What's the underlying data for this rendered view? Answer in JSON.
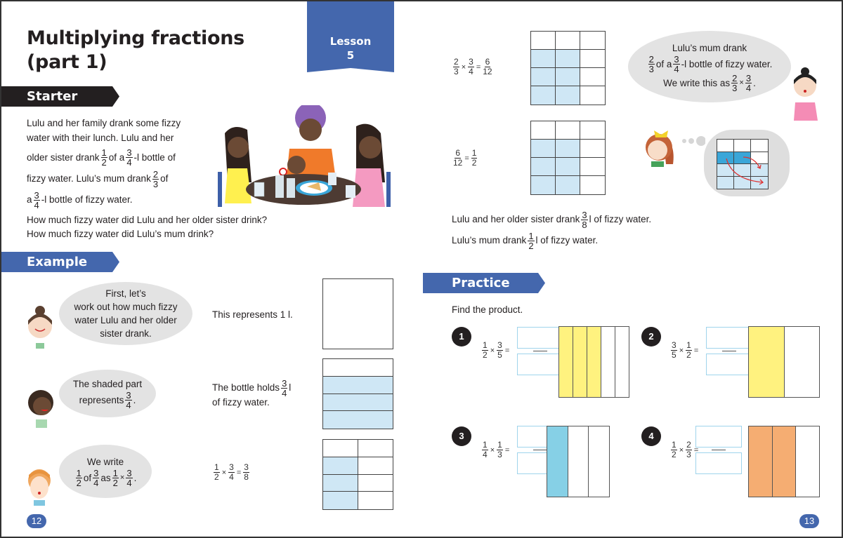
{
  "left_page": {
    "title_line1": "Multiplying fractions",
    "title_line2": "(part 1)",
    "lesson": {
      "label": "Lesson",
      "number": "5"
    },
    "starter": {
      "header": "Starter",
      "para_line1": "Lulu and her family drank some fizzy",
      "para_line2": "water with their lunch. Lulu and her",
      "para_line3a": "older sister drank",
      "frac_a": {
        "n": "1",
        "d": "2"
      },
      "para_line3b": "of a",
      "frac_b": {
        "n": "3",
        "d": "4"
      },
      "para_line3c": "-l bottle of",
      "para_line4a": "fizzy water. Lulu’s mum drank",
      "frac_c": {
        "n": "2",
        "d": "3"
      },
      "para_line4b": "of",
      "para_line5a": "a",
      "frac_d": {
        "n": "3",
        "d": "4"
      },
      "para_line5b": "-l bottle of fizzy water.",
      "question1": "How much fizzy water did Lulu and her older sister drink?",
      "question2": "How much fizzy water did Lulu’s mum drink?",
      "illustration": "family-at-table-illustration"
    },
    "example": {
      "header": "Example",
      "bubble1": [
        "First, let’s",
        "work out how much fizzy",
        "water Lulu and her older",
        "sister drank."
      ],
      "caption1": "This represents 1 l.",
      "bubble2_line1": "The shaded part",
      "bubble2_line2": "represents",
      "bubble2_frac": {
        "n": "3",
        "d": "4"
      },
      "caption2_a": "The bottle holds",
      "caption2_frac": {
        "n": "3",
        "d": "4"
      },
      "caption2_b": "l",
      "caption2_line2": "of fizzy water.",
      "bubble3_line1": "We write",
      "bubble3_frac1": {
        "n": "1",
        "d": "2"
      },
      "bubble3_of": "of",
      "bubble3_frac2": {
        "n": "3",
        "d": "4"
      },
      "bubble3_as": "as",
      "bubble3_frac3": {
        "n": "1",
        "d": "2"
      },
      "bubble3_times": "×",
      "bubble3_frac4": {
        "n": "3",
        "d": "4"
      },
      "equation": {
        "a": {
          "n": "1",
          "d": "2"
        },
        "op": "×",
        "b": {
          "n": "3",
          "d": "4"
        },
        "eq": "=",
        "r": {
          "n": "3",
          "d": "8"
        }
      }
    },
    "page_number": "12"
  },
  "right_page": {
    "equation1": {
      "a": {
        "n": "2",
        "d": "3"
      },
      "op": "×",
      "b": {
        "n": "3",
        "d": "4"
      },
      "eq": "=",
      "r": {
        "n": "6",
        "d": "12"
      }
    },
    "equation2": {
      "a": {
        "n": "6",
        "d": "12"
      },
      "eq": "=",
      "r": {
        "n": "1",
        "d": "2"
      }
    },
    "mum_bubble": {
      "line1": "Lulu’s mum drank",
      "frac1": {
        "n": "2",
        "d": "3"
      },
      "of_a": "of a",
      "frac2": {
        "n": "3",
        "d": "4"
      },
      "rest": "-l bottle of fizzy water.",
      "line3": "We write this as",
      "frac3": {
        "n": "2",
        "d": "3"
      },
      "times": "×",
      "frac4": {
        "n": "3",
        "d": "4"
      }
    },
    "result1_a": "Lulu and her older sister drank",
    "result1_frac": {
      "n": "3",
      "d": "8"
    },
    "result1_b": "l of fizzy water.",
    "result2_a": "Lulu’s mum drank",
    "result2_frac": {
      "n": "1",
      "d": "2"
    },
    "result2_b": "l of fizzy water.",
    "practice": {
      "header": "Practice",
      "instruction": "Find the product.",
      "questions": [
        {
          "num": "1",
          "a": {
            "n": "1",
            "d": "2"
          },
          "op": "×",
          "b": {
            "n": "3",
            "d": "5"
          },
          "eq": "=",
          "line": "—",
          "bar_color": "#fff27f",
          "parts": 5,
          "shaded": 3
        },
        {
          "num": "2",
          "a": {
            "n": "3",
            "d": "5"
          },
          "op": "×",
          "b": {
            "n": "1",
            "d": "2"
          },
          "eq": "=",
          "line": "—",
          "bar_color": "#fff27f",
          "parts": 2,
          "shaded": 1
        },
        {
          "num": "3",
          "a": {
            "n": "1",
            "d": "4"
          },
          "op": "×",
          "b": {
            "n": "1",
            "d": "3"
          },
          "eq": "=",
          "line": "—",
          "bar_color": "#86d0e6",
          "parts": 3,
          "shaded": 1
        },
        {
          "num": "4",
          "a": {
            "n": "1",
            "d": "2"
          },
          "op": "×",
          "b": {
            "n": "2",
            "d": "3"
          },
          "eq": "=",
          "line": "—",
          "bar_color": "#f5ad72",
          "parts": 3,
          "shaded": 2
        }
      ]
    },
    "page_number": "13"
  },
  "colors": {
    "brand_blue": "#4467ad",
    "dark_header": "#231f20",
    "light_blue_shade": "#cfe7f5",
    "bubble_grey": "#e3e3e3"
  }
}
